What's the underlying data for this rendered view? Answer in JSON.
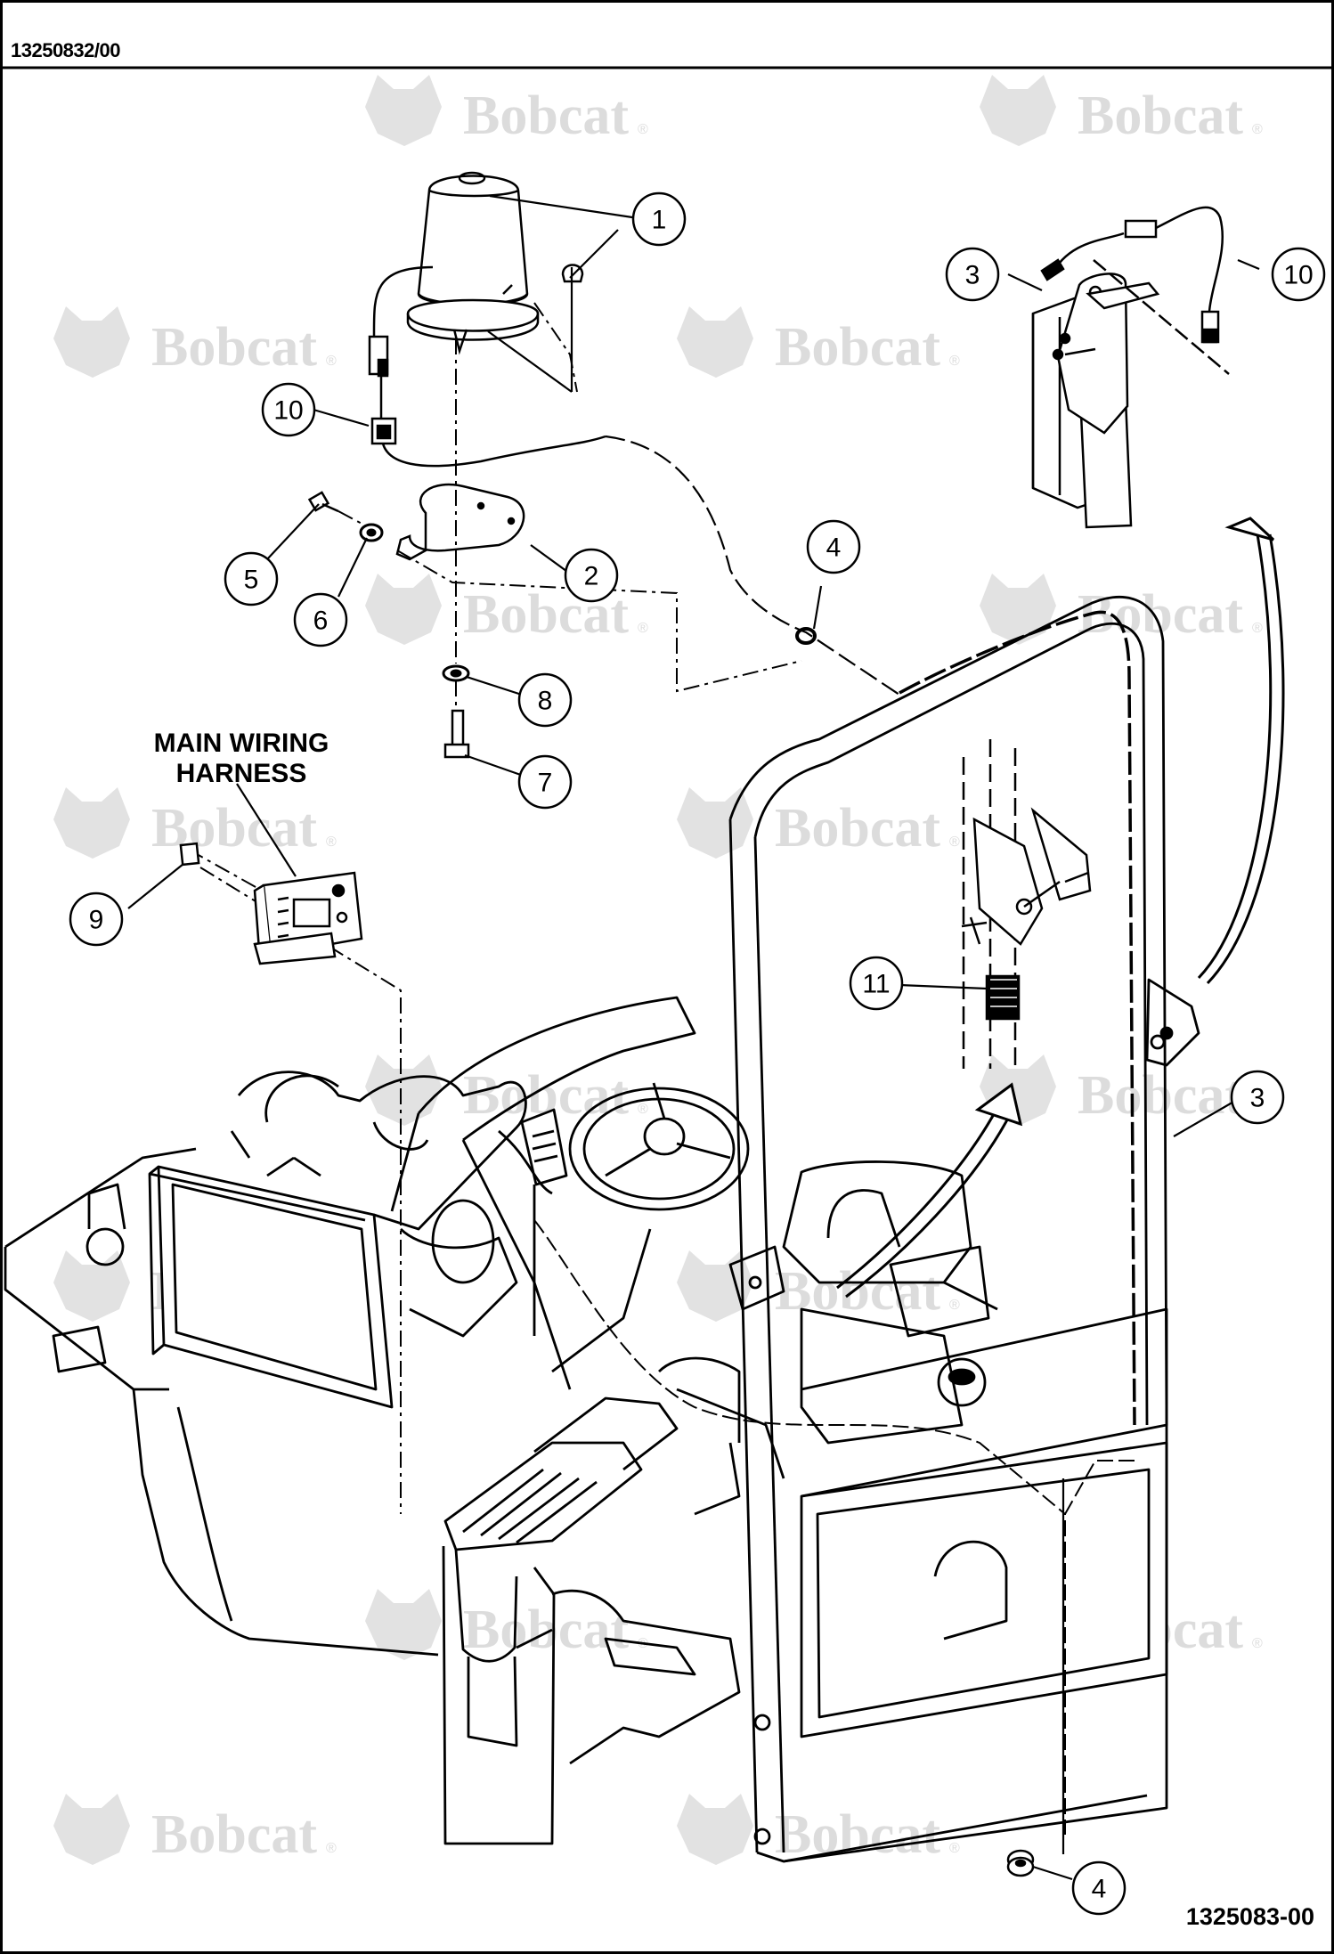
{
  "header": {
    "doc_id": "13250832/00"
  },
  "footer": {
    "drawing_no": "1325083-00"
  },
  "labels": {
    "harness_line1": "MAIN WIRING",
    "harness_line2": "HARNESS"
  },
  "watermark": {
    "text": "Bobcat",
    "reg": "®"
  },
  "callouts": [
    {
      "id": "1",
      "name": "callout-1"
    },
    {
      "id": "10",
      "name": "callout-10-beacon"
    },
    {
      "id": "3",
      "name": "callout-3-bracket"
    },
    {
      "id": "10",
      "name": "callout-10-bracket"
    },
    {
      "id": "5",
      "name": "callout-5"
    },
    {
      "id": "6",
      "name": "callout-6"
    },
    {
      "id": "2",
      "name": "callout-2"
    },
    {
      "id": "4",
      "name": "callout-4-upper"
    },
    {
      "id": "8",
      "name": "callout-8"
    },
    {
      "id": "7",
      "name": "callout-7"
    },
    {
      "id": "9",
      "name": "callout-9"
    },
    {
      "id": "11",
      "name": "callout-11"
    },
    {
      "id": "3",
      "name": "callout-3-frame"
    },
    {
      "id": "4",
      "name": "callout-4-lower"
    }
  ]
}
